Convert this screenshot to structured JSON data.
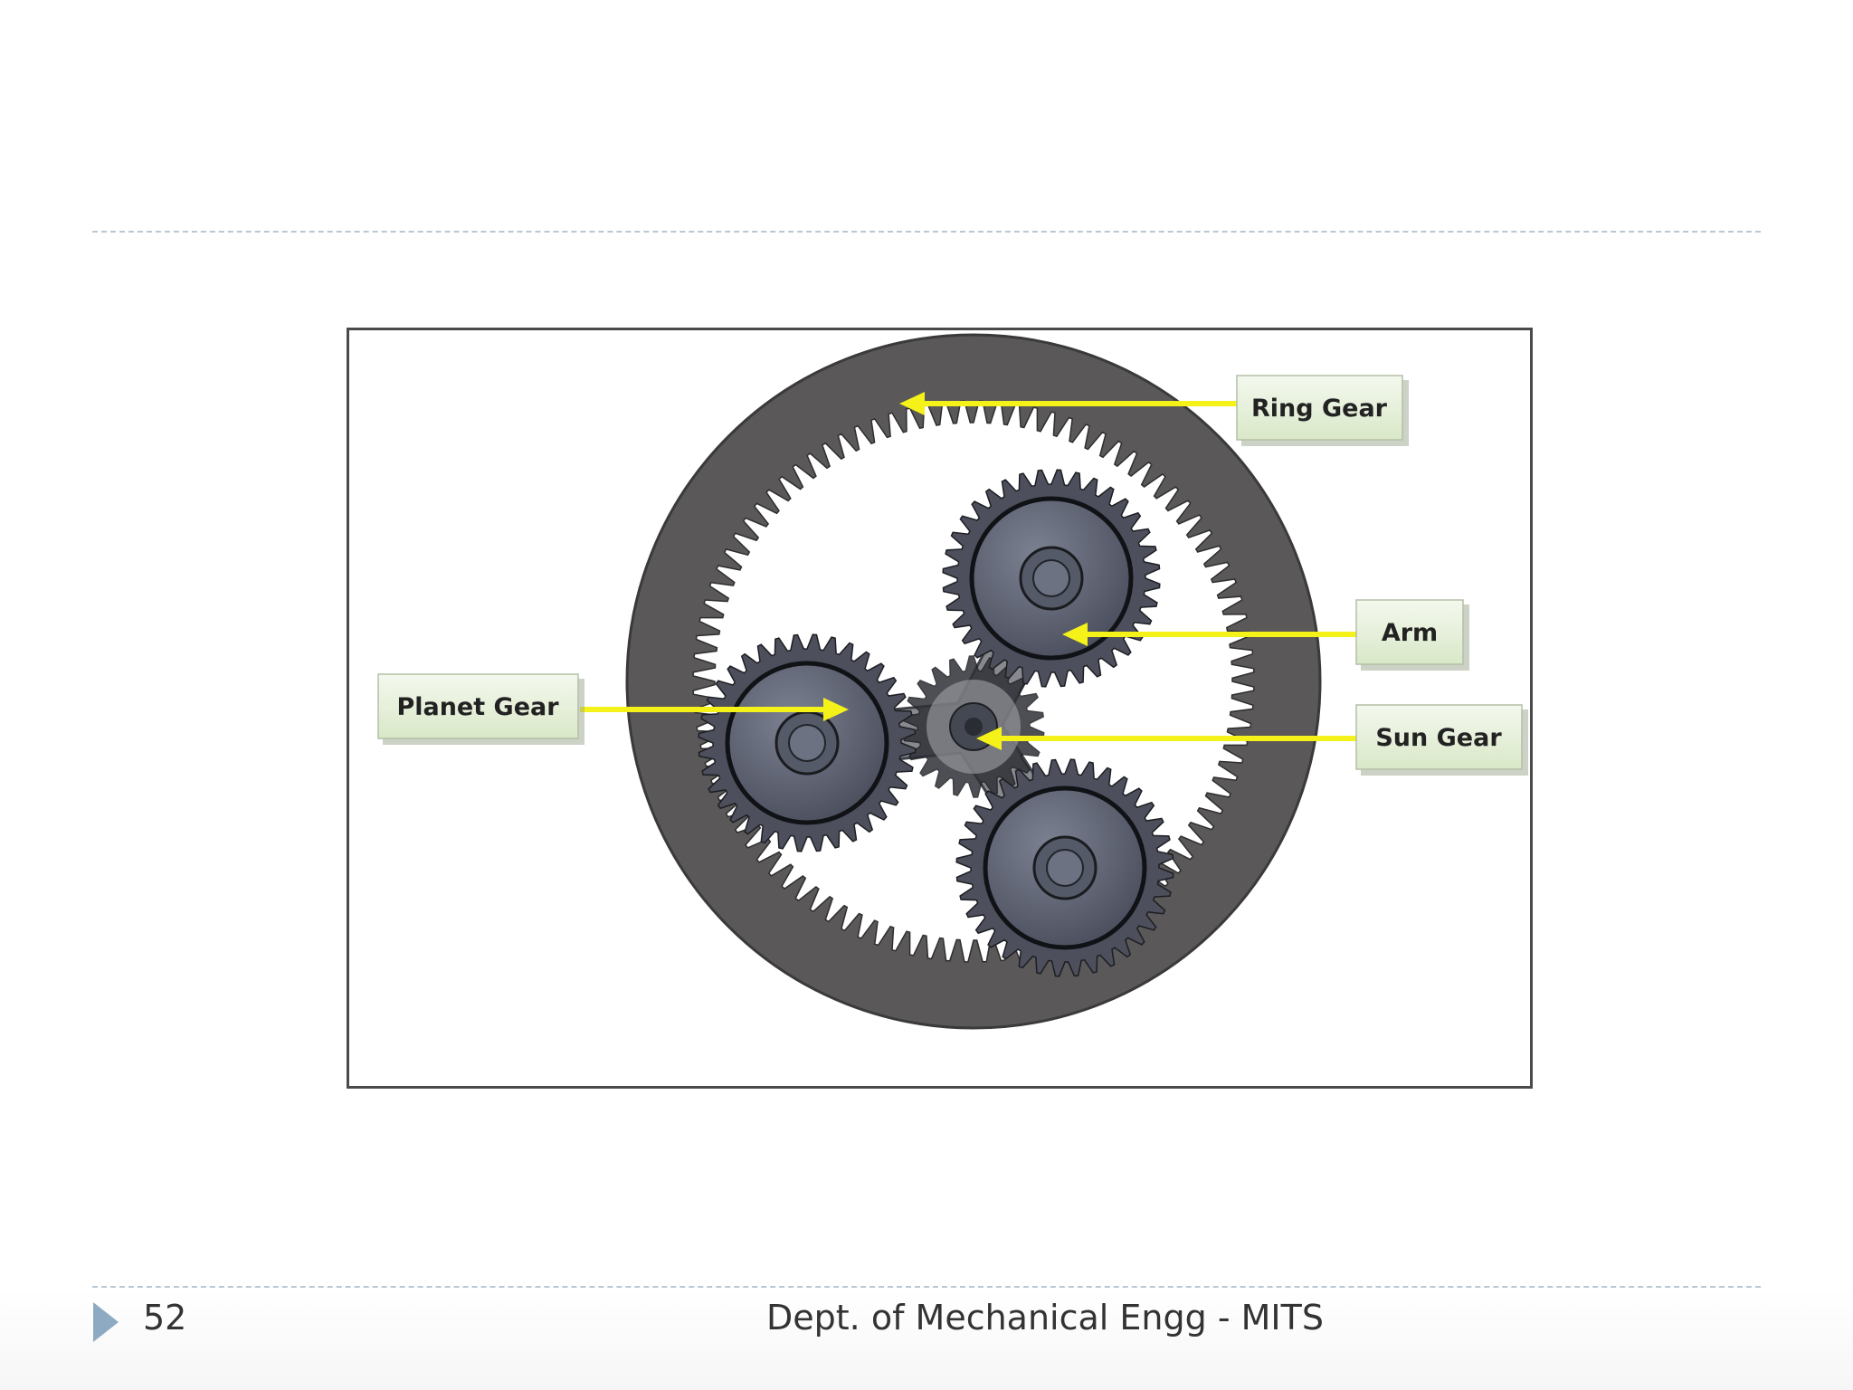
{
  "diagram": {
    "labels": {
      "ring_gear": "Ring Gear",
      "arm": "Arm",
      "planet_gear": "Planet Gear",
      "sun_gear": "Sun Gear"
    },
    "colors": {
      "ring": "#5a5859",
      "gear": "#4d505c",
      "hub": "#6b7080",
      "arm": "#8e9096",
      "arrow": "#f5f21a",
      "callout_fill": "#e6f0d8"
    }
  },
  "footer": {
    "page_number": "52",
    "text": "Dept. of Mechanical Engg - MITS"
  }
}
